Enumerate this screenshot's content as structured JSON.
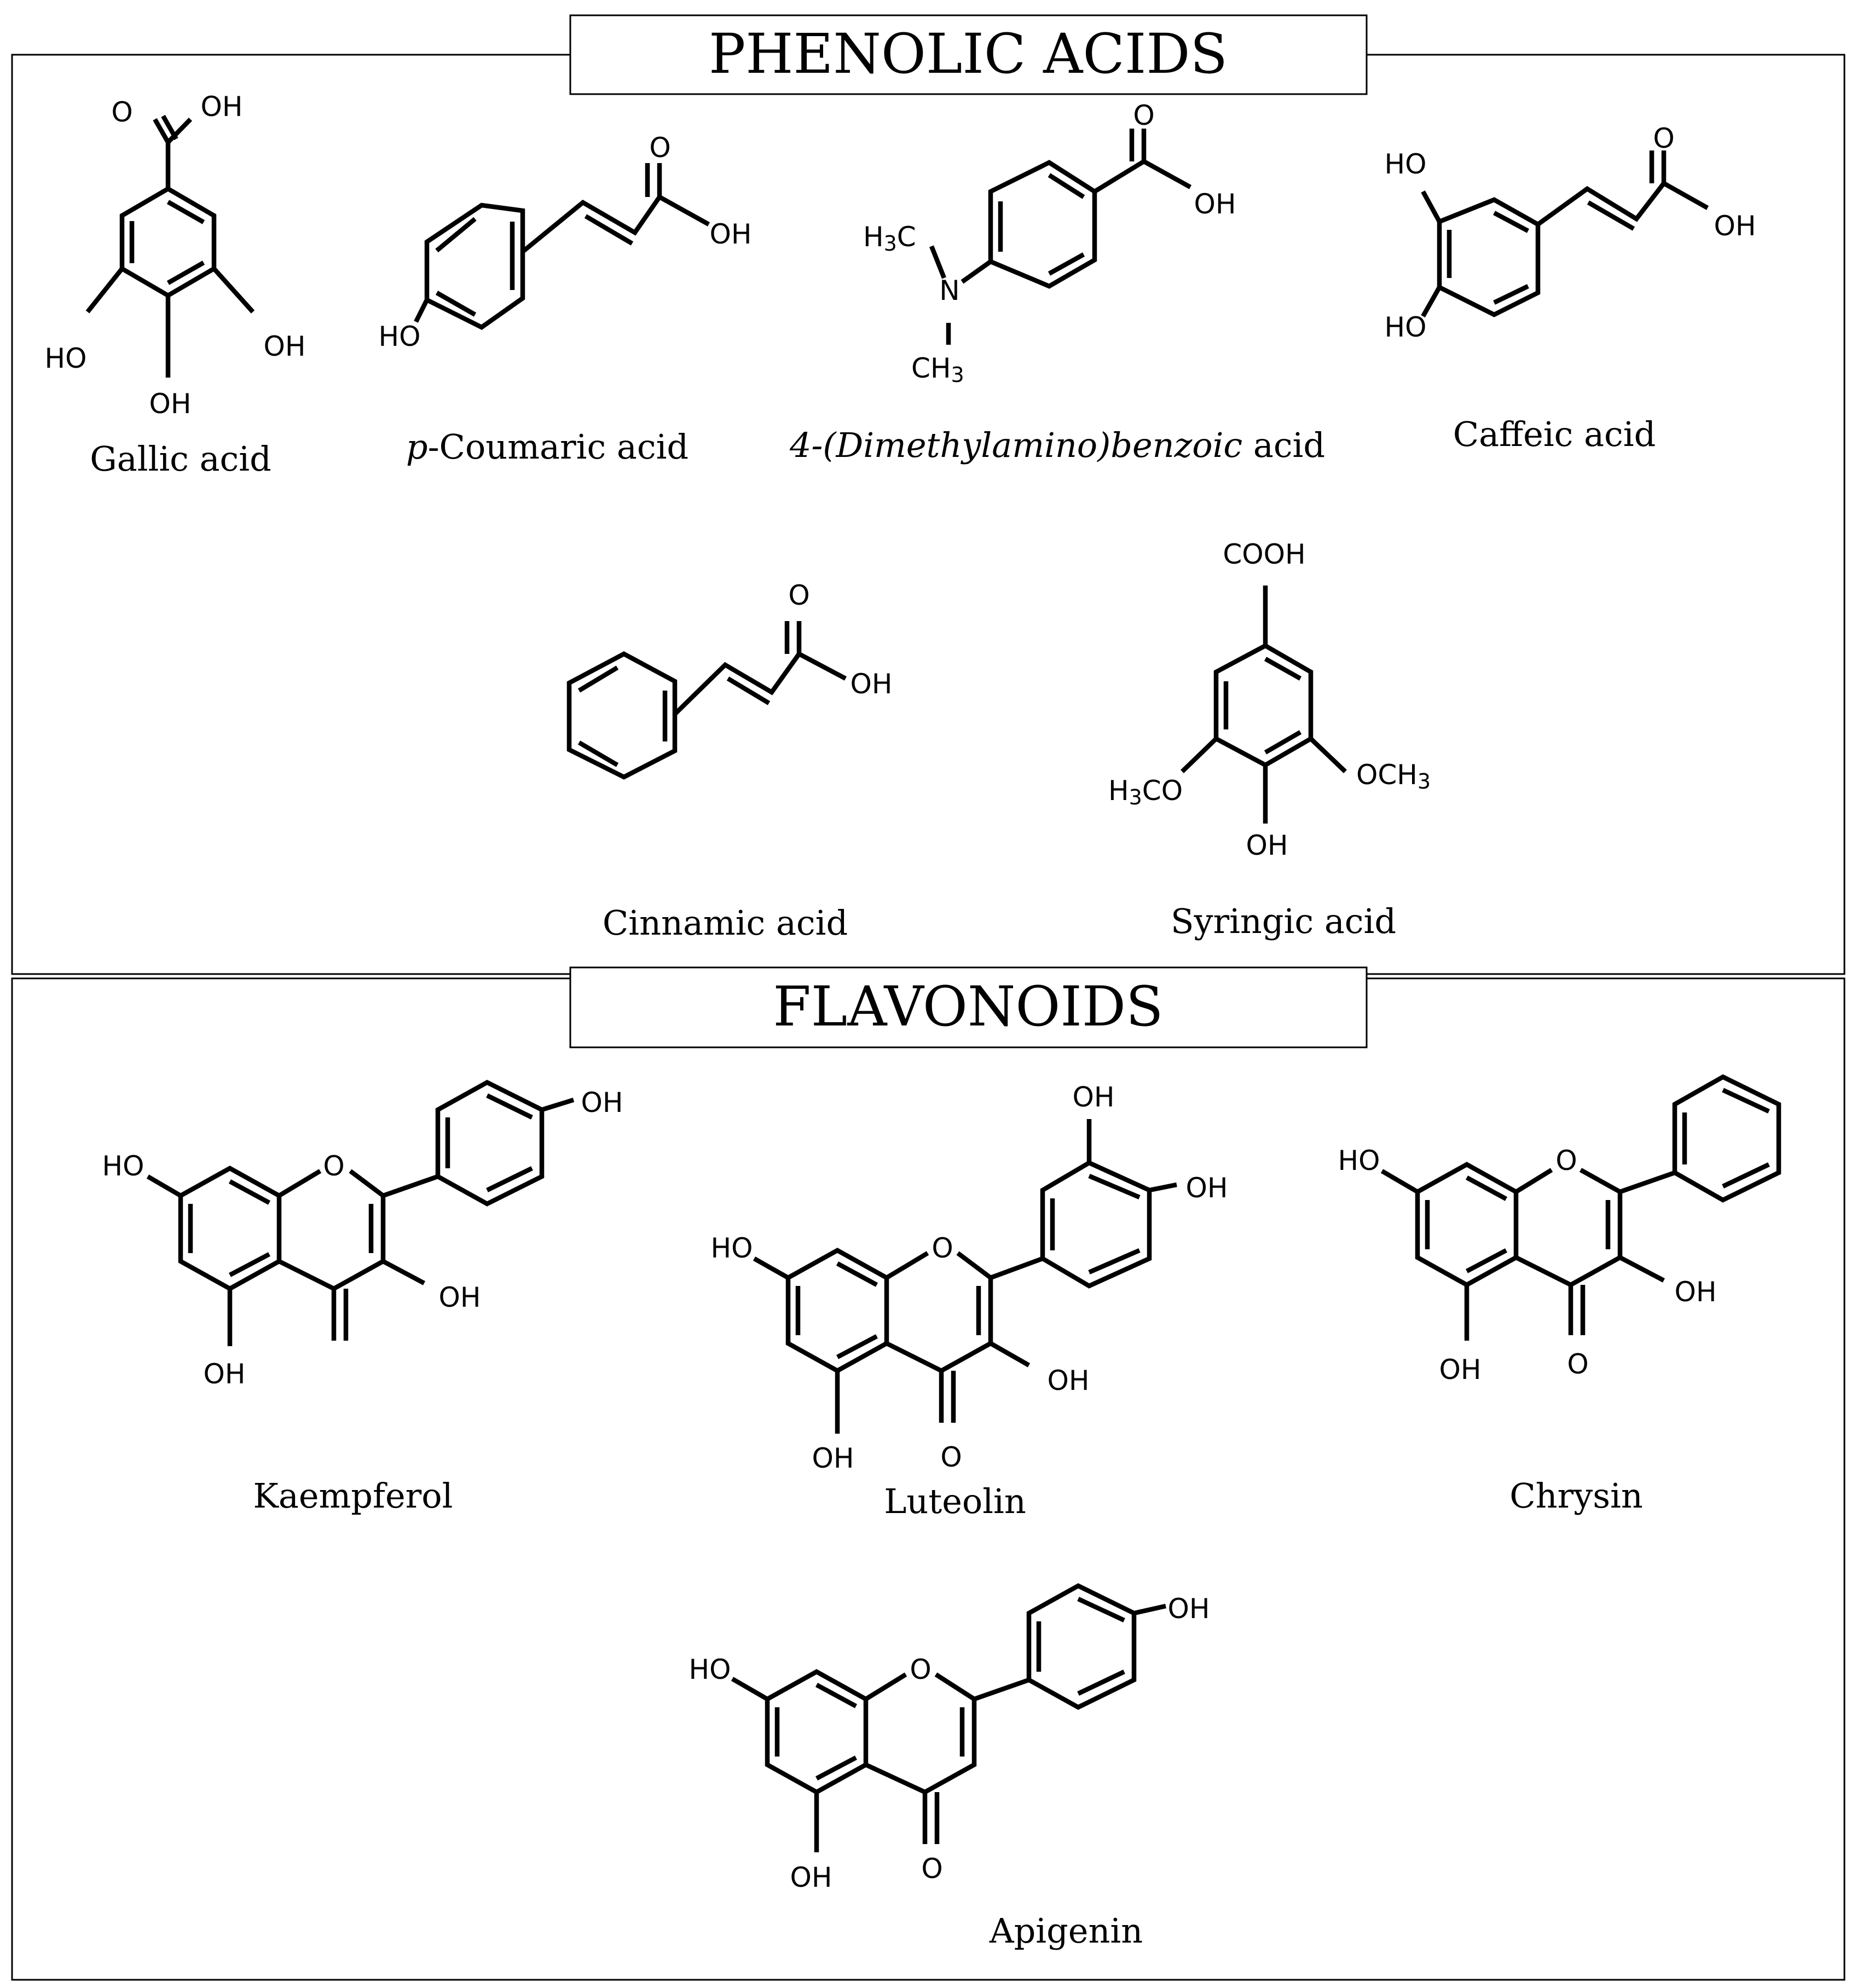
{
  "sections": {
    "phenolic_title": "PHENOLIC ACIDS",
    "flavonoids_title": "FLAVONOIDS"
  },
  "compounds": {
    "gallic": "Gallic acid",
    "coumaric_prefix": "p",
    "coumaric_name": "-Coumaric acid",
    "dmab_italic": "4-(Dimethylamino)benzoic",
    "dmab_suffix": " acid",
    "caffeic": "Caffeic acid",
    "cinnamic": "Cinnamic acid",
    "syringic": "Syringic acid",
    "kaempferol": "Kaempferol",
    "luteolin": "Luteolin",
    "chrysin": "Chrysin",
    "apigenin": "Apigenin"
  },
  "atoms": {
    "O": "O",
    "OH": "OH",
    "HO": "HO",
    "N": "N",
    "COOH": "COOH",
    "H": "H",
    "C": "C",
    "O_letter": "O",
    "CH": "CH",
    "sub3": "3"
  }
}
